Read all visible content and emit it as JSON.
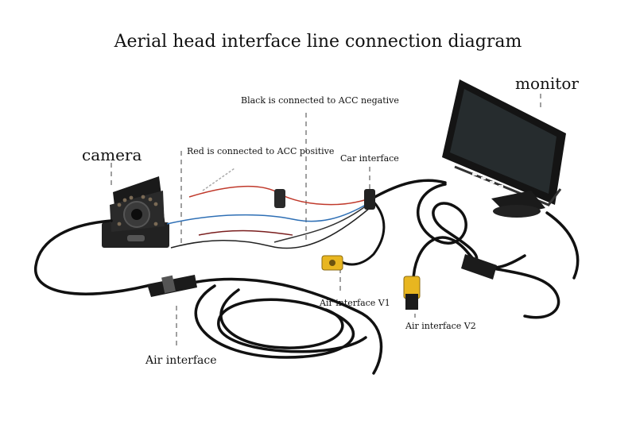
{
  "title": "Aerial head interface line connection diagram",
  "labels": {
    "camera": "camera",
    "monitor": "monitor",
    "black_wire": "Black is connected to ACC negative",
    "red_wire": "Red is connected to ACC positive",
    "car_interface": "Car interface",
    "air_interface": "Air interface",
    "air_interface_v1": "Air interface V1",
    "air_interface_v2": "Air interface V2"
  },
  "colors": {
    "cable": "#111111",
    "red_wire": "#c0392b",
    "blue_wire": "#2e6fb5",
    "yellow_connector": "#e8b620",
    "leader_line": "#888888"
  }
}
